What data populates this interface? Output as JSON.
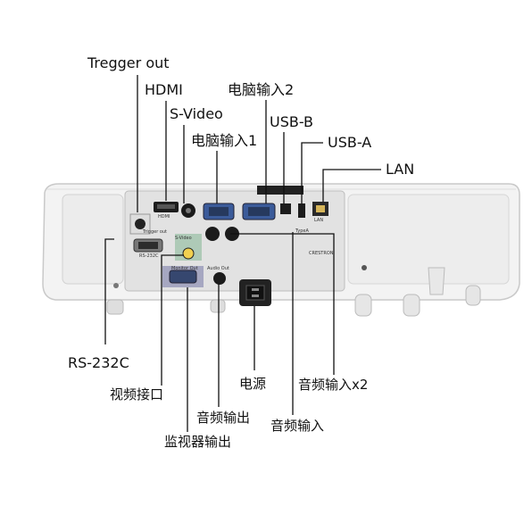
{
  "labels": {
    "trigger_out": "Tregger out",
    "hdmi": "HDMI",
    "s_video": "S-Video",
    "computer_in_1": "电脑输入1",
    "computer_in_2": "电脑输入2",
    "usb_b": "USB-B",
    "usb_a": "USB-A",
    "lan": "LAN",
    "rs232c": "RS-232C",
    "video_in": "视频接口",
    "audio_out": "音频输出",
    "monitor_out": "监视器输出",
    "power": "电源",
    "audio_in": "音频输入",
    "audio_in_x2": "音频输入x2"
  },
  "panel_text": {
    "rs232c": "RS-232C",
    "trigger": "Trigger out",
    "svideo": "S-Video",
    "monitor": "Monitor Out",
    "audio": "Audio Out",
    "hdmi": "HDMI",
    "brand": "CRESTRON",
    "typea": "TypeA",
    "lan": "LAN"
  },
  "colors": {
    "line": "#111111",
    "body": "#f2f2f2",
    "panel": "#e4e4e4",
    "accent_blue": "#3b5b9a",
    "accent_green": "#4f9a6a"
  }
}
